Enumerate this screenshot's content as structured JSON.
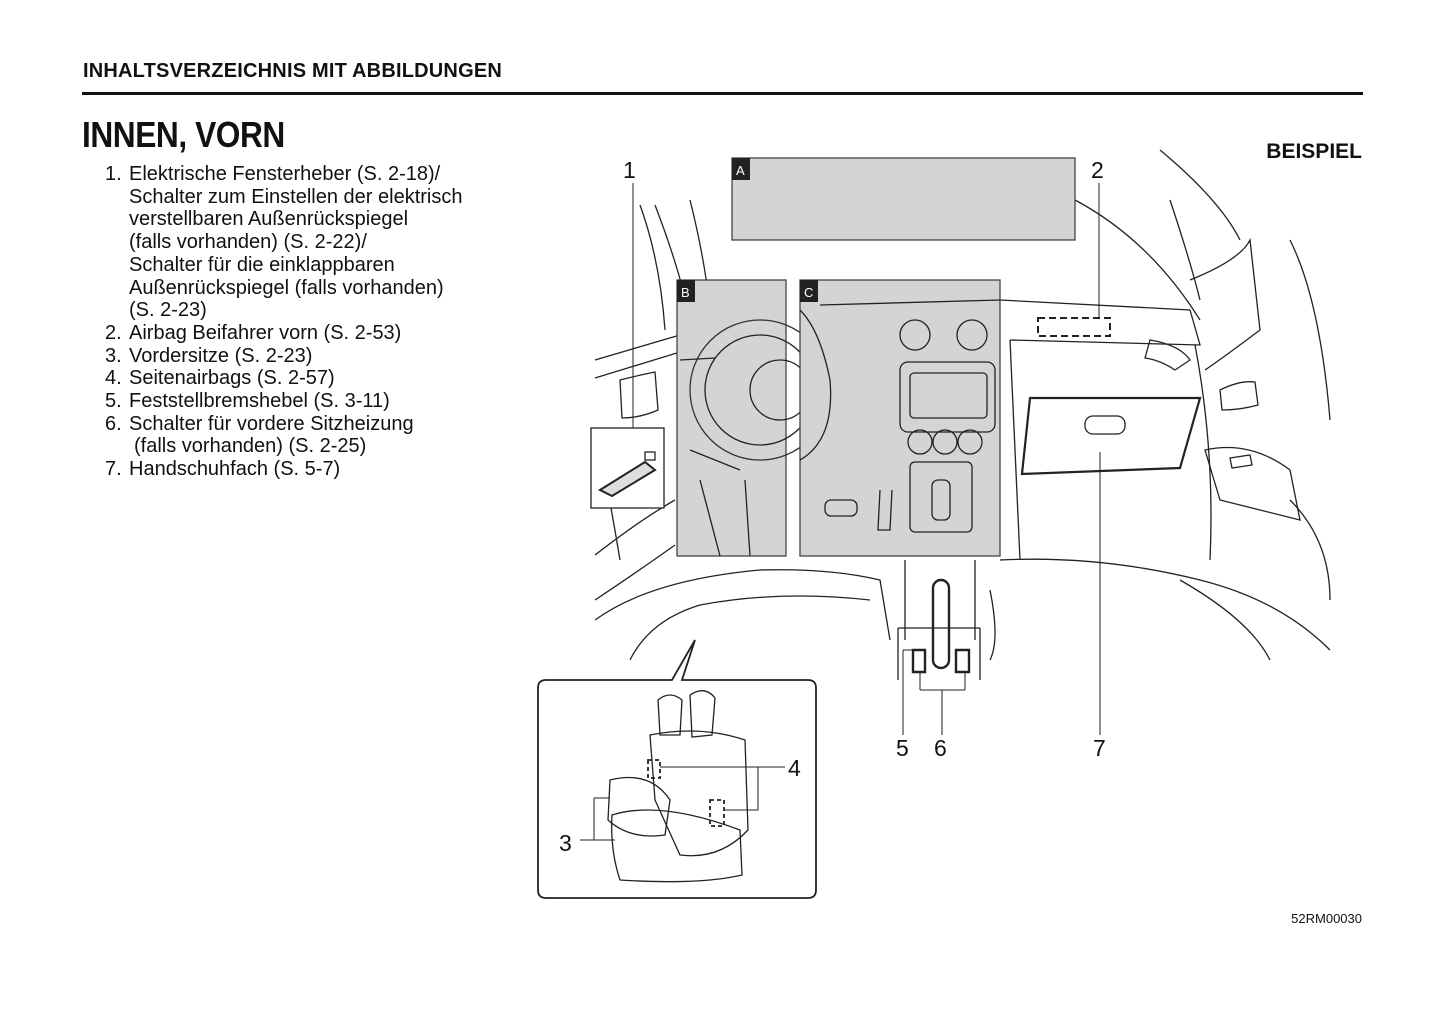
{
  "header": {
    "section": "INHALTSVERZEICHNIS MIT ABBILDUNGEN",
    "title": "INNEN, VORN",
    "example_label": "BEISPIEL"
  },
  "items": [
    {
      "num": "1.",
      "lines": [
        "Elektrische Fensterheber (S. 2-18)/",
        "Schalter zum Einstellen der elektrisch",
        "verstellbaren Außenrückspiegel",
        "(falls vorhanden) (S. 2-22)/",
        "Schalter für die einklappbaren",
        "Außenrückspiegel (falls vorhanden)",
        "(S. 2-23)"
      ]
    },
    {
      "num": "2.",
      "lines": [
        "Airbag Beifahrer vorn (S. 2-53)"
      ]
    },
    {
      "num": "3.",
      "lines": [
        "Vordersitze (S. 2-23)"
      ]
    },
    {
      "num": "4.",
      "lines": [
        "Seitenairbags (S. 2-57)"
      ]
    },
    {
      "num": "5.",
      "lines": [
        "Feststellbremshebel (S. 3-11)"
      ]
    },
    {
      "num": "6.",
      "lines": [
        "Schalter für vordere Sitzheizung",
        "(falls vorhanden) (S. 2-25)"
      ]
    },
    {
      "num": "7.",
      "lines": [
        "Handschuhfach (S. 5-7)"
      ]
    }
  ],
  "figure": {
    "callouts": {
      "c1": "1",
      "c2": "2",
      "c3": "3",
      "c4": "4",
      "c5": "5",
      "c6": "6",
      "c7": "7"
    },
    "panels": {
      "a": "A",
      "b": "B",
      "c": "C"
    },
    "code": "52RM00030",
    "panel_fill": "#d4d4d4"
  }
}
